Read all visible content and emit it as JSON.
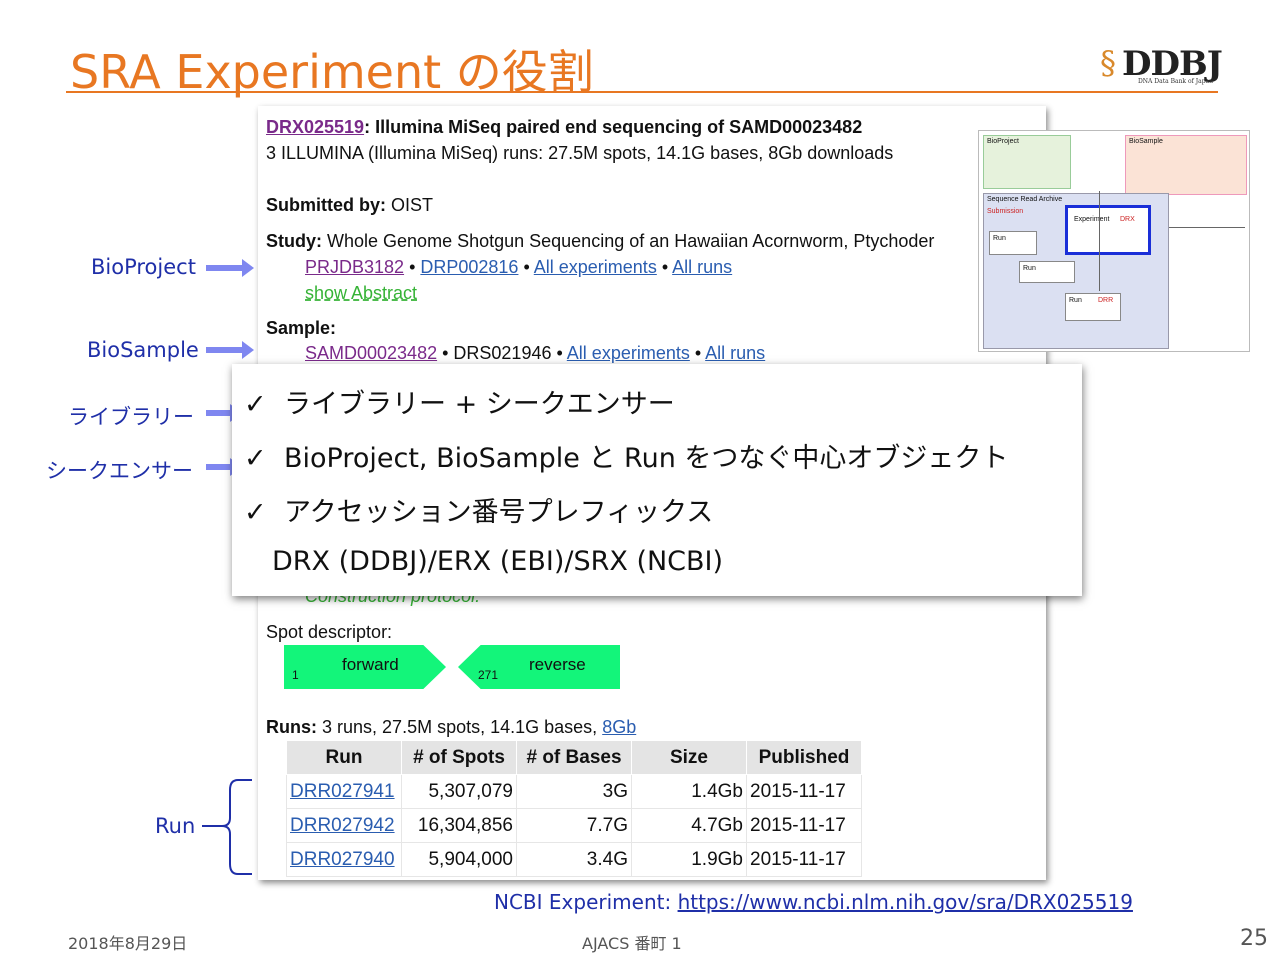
{
  "title": "SRA Experiment の役割",
  "logo": {
    "text": "DDBJ",
    "subtitle": "DNA Data Bank of Japan"
  },
  "experiment": {
    "accession": "DRX025519",
    "heading_rest": ": Illumina MiSeq paired end sequencing of SAMD00023482",
    "summary": "3 ILLUMINA (Illumina MiSeq) runs: 27.5M spots, 14.1G bases, 8Gb downloads",
    "submitted_label": "Submitted by:",
    "submitted_value": "OIST",
    "study_label": "Study:",
    "study_value": "Whole Genome Shotgun Sequencing of an Hawaiian Acornworm, Ptychoder",
    "study_links": [
      "PRJDB3182",
      "DRP002816",
      "All experiments",
      "All runs"
    ],
    "show_abstract": "show Abstract",
    "sample_label": "Sample:",
    "sample_link": "SAMD00023482",
    "sample_drs": "DRS021946",
    "sample_links": [
      "All experiments",
      "All runs"
    ],
    "protocol_partial": "Construction protocol:",
    "spot_label": "Spot descriptor:",
    "spot_forward": "forward",
    "spot_forward_pos": "1",
    "spot_reverse": "reverse",
    "spot_reverse_pos": "271",
    "runs_label": "Runs:",
    "runs_summary": "3 runs, 27.5M spots, 14.1G bases,",
    "runs_link": "8Gb"
  },
  "runs_table": {
    "headers": [
      "Run",
      "# of Spots",
      "# of Bases",
      "Size",
      "Published"
    ],
    "rows": [
      [
        "DRR027941",
        "5,307,079",
        "3G",
        "1.4Gb",
        "2015-11-17"
      ],
      [
        "DRR027942",
        "16,304,856",
        "7.7G",
        "4.7Gb",
        "2015-11-17"
      ],
      [
        "DRR027940",
        "5,904,000",
        "3.4G",
        "1.9Gb",
        "2015-11-17"
      ]
    ]
  },
  "annotations": {
    "bioproject": "BioProject",
    "biosample": "BioSample",
    "library": "ライブラリー",
    "sequencer": "シークエンサー",
    "run": "Run"
  },
  "callout": {
    "items": [
      "ライブラリー + シークエンサー",
      "BioProject, BioSample と Run をつなぐ中心オブジェクト",
      "アクセッション番号プレフィックス"
    ],
    "check": "✓",
    "prefix_line": "DRX (DDBJ)/ERX (EBI)/SRX (NCBI)"
  },
  "diagram": {
    "bioproject": "BioProject",
    "biosample": "BioSample",
    "sra": "Sequence Read Archive",
    "submission": "Submission",
    "experiment": "Experiment",
    "run": "Run",
    "drx": "DRX",
    "drr": "DRR"
  },
  "ncbi": {
    "label": "NCBI Experiment:",
    "url": "https://www.ncbi.nlm.nih.gov/sra/DRX025519"
  },
  "footer": {
    "date": "2018年8月29日",
    "center": "AJACS 番町 1",
    "page": "25"
  },
  "colors": {
    "title": "#e87722",
    "annotation": "#1f2fa8",
    "arrow": "#7f87f0",
    "spot": "#13f57a",
    "link": "#2a5db0"
  }
}
